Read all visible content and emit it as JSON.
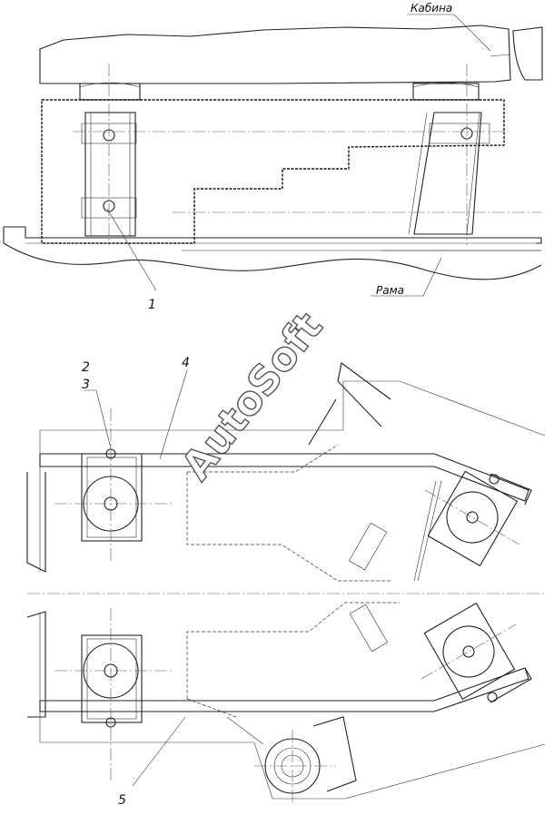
{
  "labels": {
    "cab": "Кабина",
    "frame": "Рама",
    "callout_1": "1",
    "callout_2": "2",
    "callout_3": "3",
    "callout_4": "4",
    "callout_5": "5"
  },
  "watermark": "AutoSoft"
}
